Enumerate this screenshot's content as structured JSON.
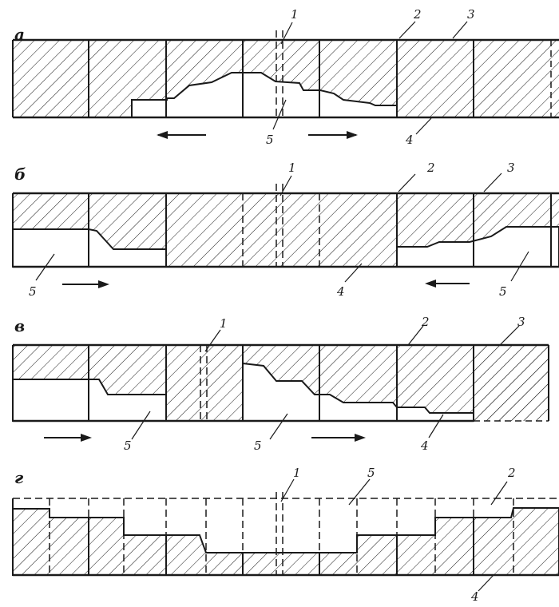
{
  "panels": [
    {
      "label": "а",
      "callouts": {
        "seam": "1",
        "section_joint": "2",
        "block": "3",
        "bottom": "4",
        "excavation": "5"
      }
    },
    {
      "label": "б",
      "callouts": {
        "seam": "1",
        "section_joint": "2",
        "block": "3",
        "bottom": "4",
        "excavation_left": "5",
        "excavation_right": "5"
      }
    },
    {
      "label": "в",
      "callouts": {
        "seam": "1",
        "section_joint": "2",
        "block": "3",
        "bottom": "4",
        "excavation_left": "5",
        "excavation_mid": "5"
      }
    },
    {
      "label": "г",
      "callouts": {
        "seam": "1",
        "section_joint": "2",
        "bottom": "4",
        "excavation": "5"
      }
    }
  ],
  "colors": {
    "ink": "#1a1a1a",
    "fill": "#ffffff"
  }
}
